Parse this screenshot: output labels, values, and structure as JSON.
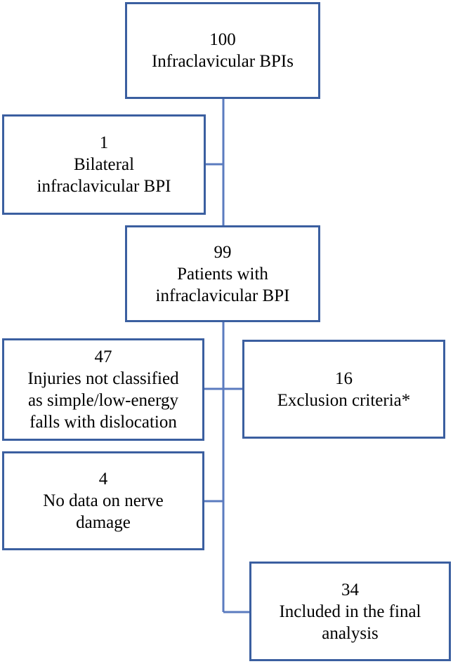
{
  "colors": {
    "border": "#3b5fa0",
    "connector": "#5b7bbf",
    "text": "#000000",
    "background": "#ffffff"
  },
  "boxes": {
    "total": {
      "count": "100",
      "lines": [
        "Infraclavicular BPIs"
      ]
    },
    "bilateral": {
      "count": "1",
      "lines": [
        "Bilateral",
        "infraclavicular BPI"
      ]
    },
    "patients": {
      "count": "99",
      "lines": [
        "Patients with",
        "infraclavicular BPI"
      ]
    },
    "not_classified": {
      "count": "47",
      "lines": [
        "Injuries not classified",
        "as simple/low-energy",
        "falls with dislocation"
      ]
    },
    "exclusion": {
      "count": "16",
      "lines": [
        "Exclusion criteria*"
      ]
    },
    "no_data": {
      "count": "4",
      "lines": [
        "No data on nerve",
        "damage"
      ]
    },
    "included": {
      "count": "34",
      "lines": [
        "Included in the final",
        "analysis"
      ]
    }
  }
}
